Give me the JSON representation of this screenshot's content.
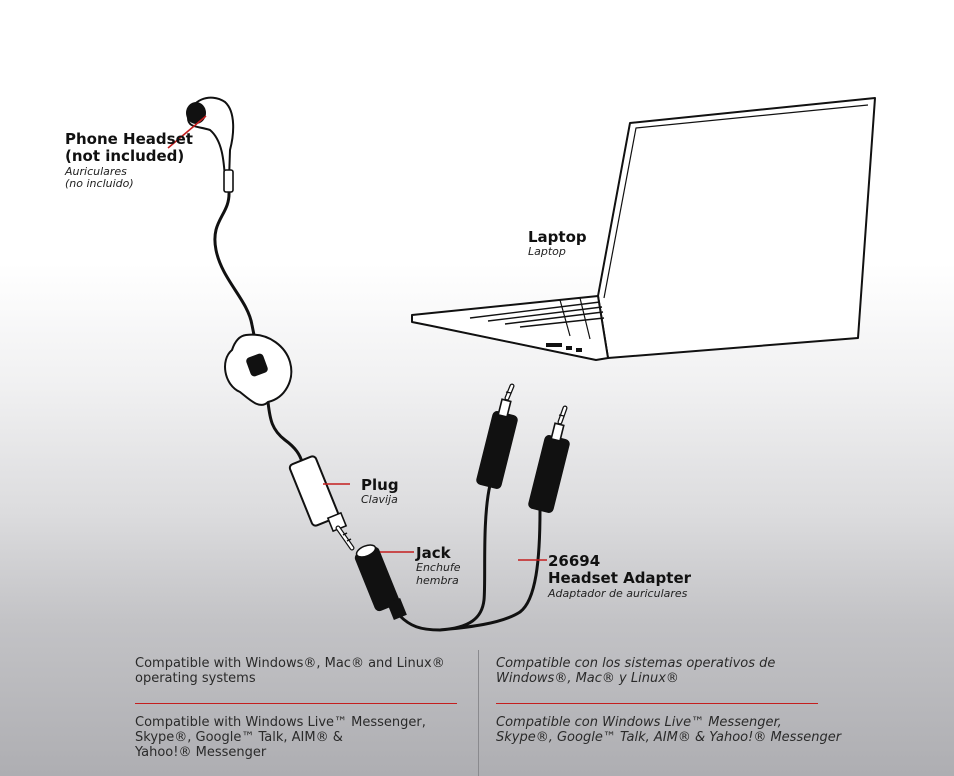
{
  "labels": {
    "headset_en_1": "Phone Headset",
    "headset_en_2": "(not included)",
    "headset_es_1": "Auriculares",
    "headset_es_2": "(no incluido)",
    "laptop_en": "Laptop",
    "laptop_es": "Laptop",
    "plug_en": "Plug",
    "plug_es": "Clavija",
    "jack_en": "Jack",
    "jack_es_1": "Enchufe",
    "jack_es_2": "hembra",
    "adapter_model": "26694",
    "adapter_en": "Headset Adapter",
    "adapter_es": "Adaptador de auriculares"
  },
  "compat": {
    "os_en_1": "Compatible with Windows®, Mac® and Linux®",
    "os_en_2": "operating systems",
    "os_es_1": "Compatible con los sistemas operativos de",
    "os_es_2": "Windows®, Mac® y Linux®",
    "msg_en_1": "Compatible with Windows Live™ Messenger,",
    "msg_en_2": "Skype®, Google™ Talk, AIM® &",
    "msg_en_3": "Yahoo!® Messenger",
    "msg_es_1": "Compatible con Windows Live™ Messenger,",
    "msg_es_2": "Skype®, Google™ Talk, AIM® & Yahoo!® Messenger"
  },
  "colors": {
    "leader": "#c41e1e",
    "cable": "#111111"
  }
}
